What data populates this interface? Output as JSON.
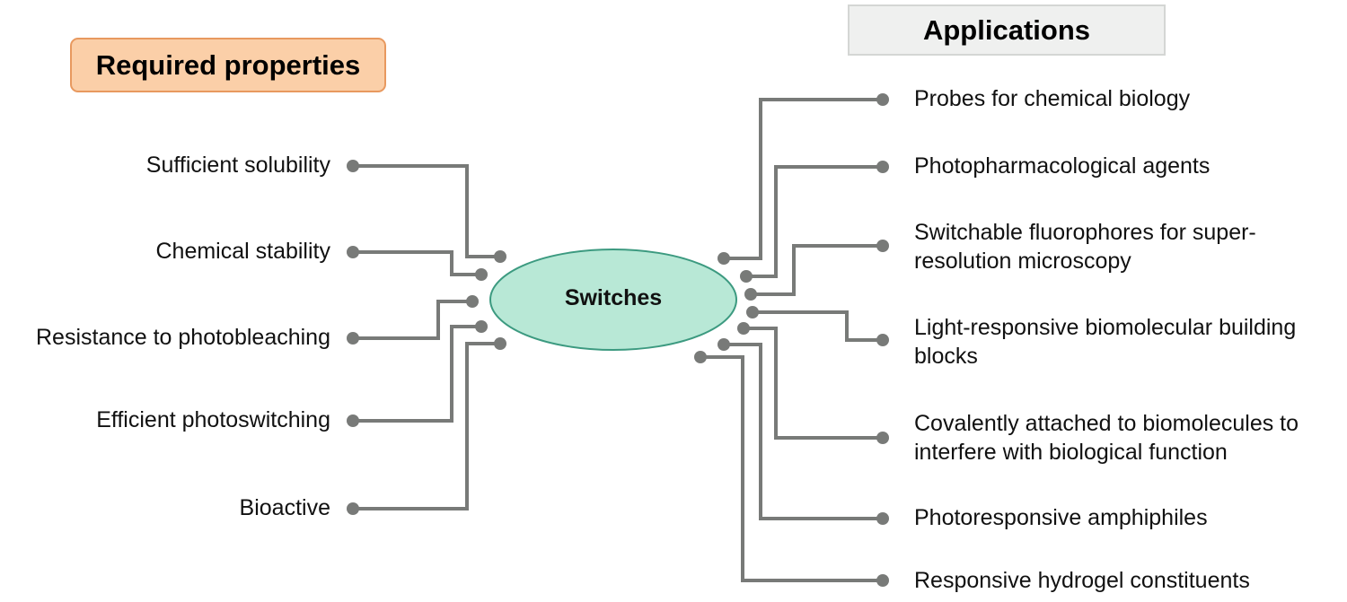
{
  "headers": {
    "required": "Required properties",
    "applications": "Applications"
  },
  "center": "Switches",
  "properties": [
    "Sufficient solubility",
    "Chemical stability",
    "Resistance to photobleaching",
    "Efficient photoswitching",
    "Bioactive"
  ],
  "applications": [
    [
      "Probes for chemical biology"
    ],
    [
      "Photopharmacological agents"
    ],
    [
      "Switchable fluorophores for super-",
      "resolution microscopy"
    ],
    [
      "Light-responsive biomolecular building",
      "blocks"
    ],
    [
      "Covalently attached to biomolecules to",
      "interfere with biological function"
    ],
    [
      "Photoresponsive amphiphiles"
    ],
    [
      "Responsive hydrogel constituents"
    ]
  ],
  "colors": {
    "wire": "#787a78",
    "ellipse_fill": "#b8e8d6",
    "ellipse_stroke": "#3c9a80",
    "required_fill": "#fbcfa8",
    "applications_fill": "#eff0ef"
  }
}
